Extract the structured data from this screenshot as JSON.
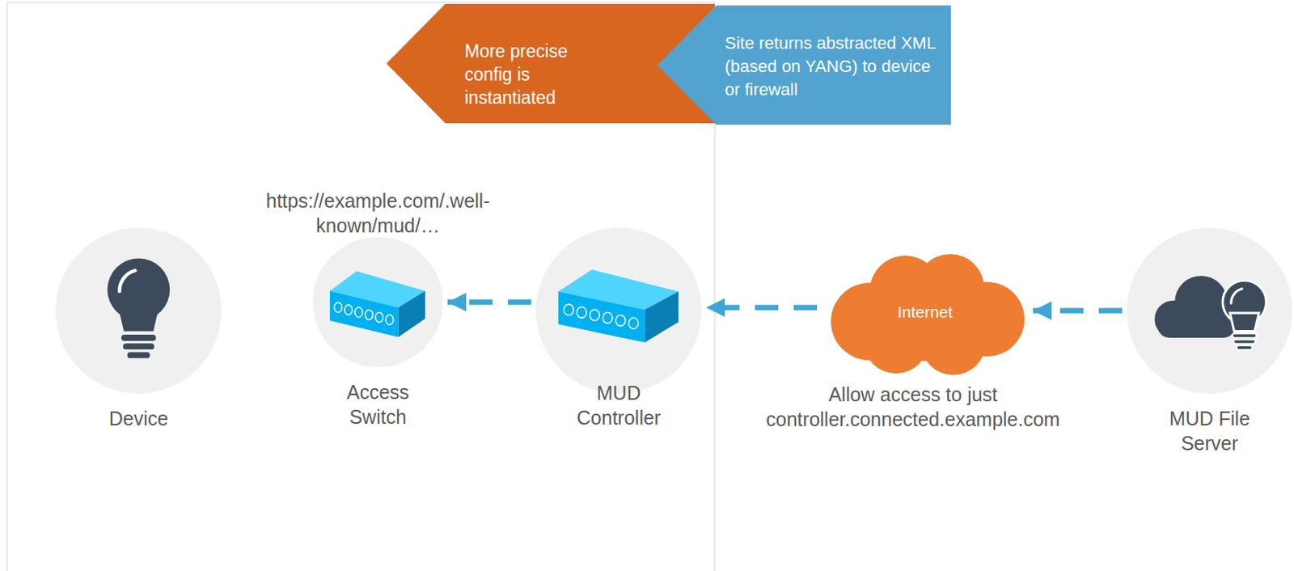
{
  "diagram": {
    "nodes": [
      {
        "text": [
          "More precise config is instantiated"
        ]
      },
      {
        "text": [
          "Site returns abstracted XML (based on YANG) to device or firewall"
        ]
      },
      {
        "text": [
          "Device"
        ]
      },
      {
        "text": [
          "Access Switch"
        ]
      },
      {
        "text": [
          "MUD Controller"
        ]
      },
      {
        "text": [
          "Internet"
        ]
      },
      {
        "text": [
          "MUD File Server"
        ]
      }
    ],
    "edges": [
      {
        "from": 6,
        "to": 5,
        "arrow": "to"
      },
      {
        "from": 5,
        "to": 4,
        "arrow": "to"
      },
      {
        "from": 4,
        "to": 3,
        "arrow": "to"
      }
    ],
    "labels": [
      "https://example.com/.well-known/mud/…",
      "Allow access to just controller.connected.example.com"
    ]
  }
}
